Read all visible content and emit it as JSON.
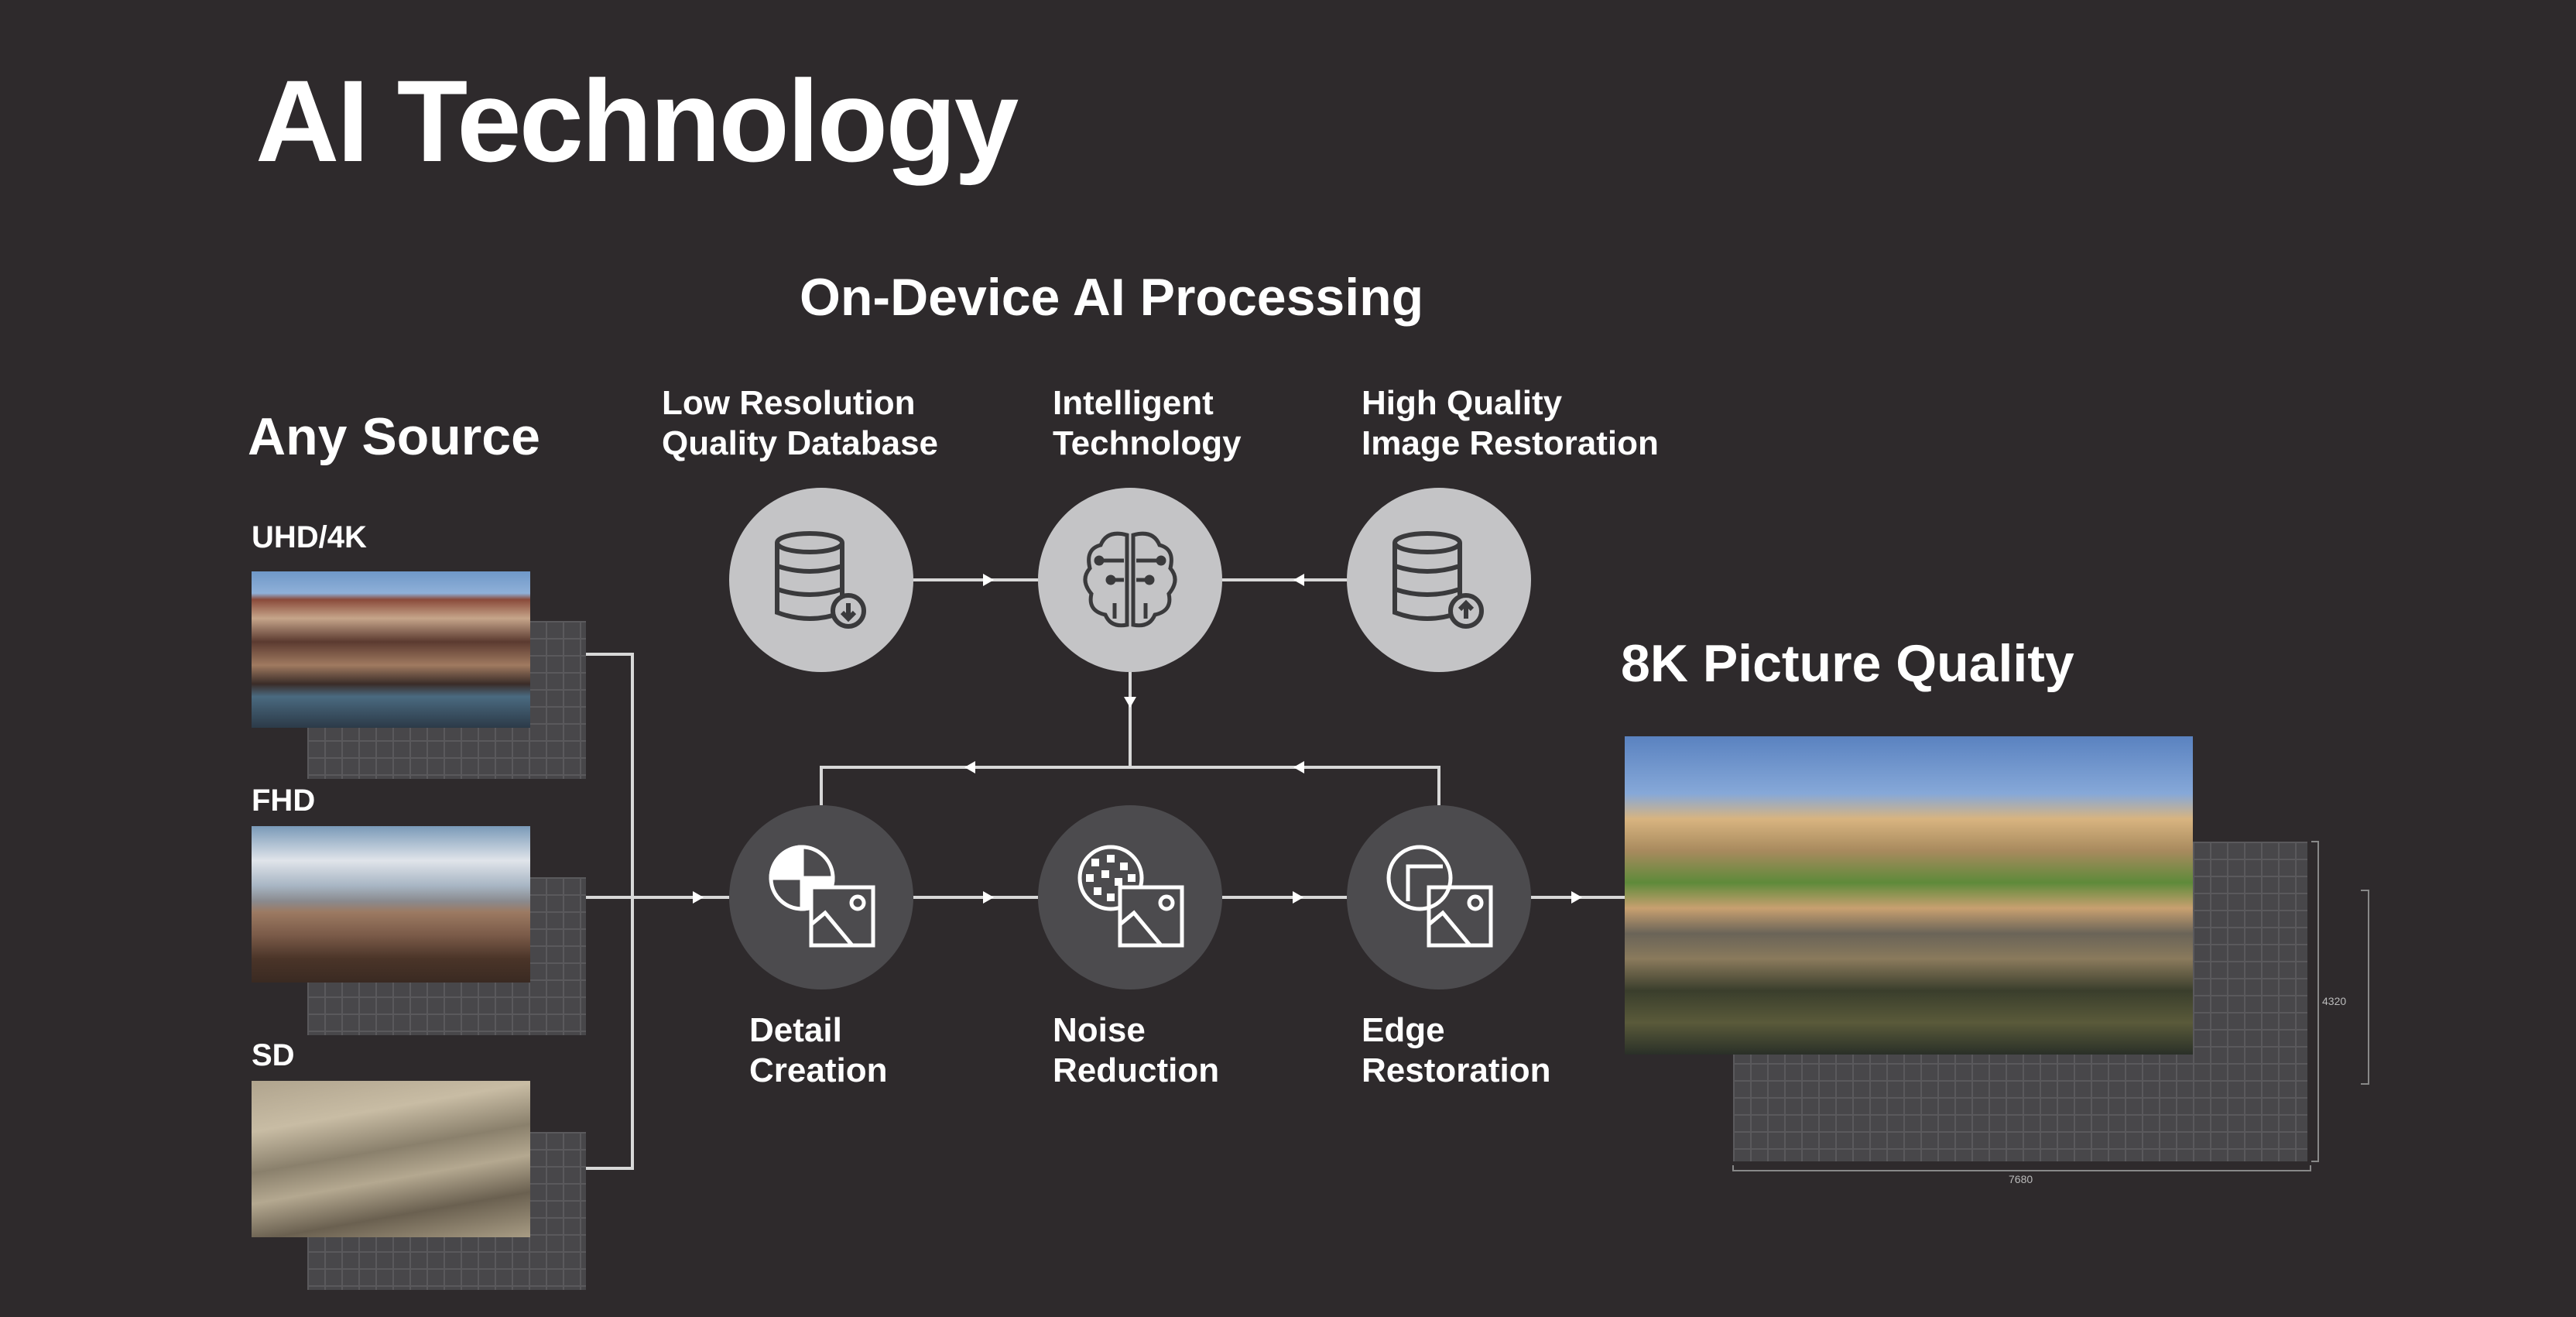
{
  "title": "AI Technology",
  "processing": {
    "heading": "On-Device AI Processing",
    "top": [
      {
        "label1": "Low Resolution",
        "label2": "Quality Database",
        "icon": "database-download-icon"
      },
      {
        "label1": "Intelligent",
        "label2": "Technology",
        "icon": "brain-circuit-icon"
      },
      {
        "label1": "High Quality",
        "label2": "Image Restoration",
        "icon": "database-upload-icon"
      }
    ],
    "bottom": [
      {
        "label1": "Detail",
        "label2": "Creation",
        "icon": "detail-creation-icon"
      },
      {
        "label1": "Noise",
        "label2": "Reduction",
        "icon": "noise-reduction-icon"
      },
      {
        "label1": "Edge",
        "label2": "Restoration",
        "icon": "edge-restoration-icon"
      }
    ]
  },
  "source": {
    "heading": "Any Source",
    "items": [
      {
        "label": "UHD/4K"
      },
      {
        "label": "FHD"
      },
      {
        "label": "SD"
      }
    ]
  },
  "output": {
    "heading": "8K Picture Quality",
    "width_label": "7680",
    "height_label": "4320"
  },
  "colors": {
    "background": "#2e2a2c",
    "circle_light": "#c4c4c6",
    "circle_dark": "#4c4b4e"
  }
}
